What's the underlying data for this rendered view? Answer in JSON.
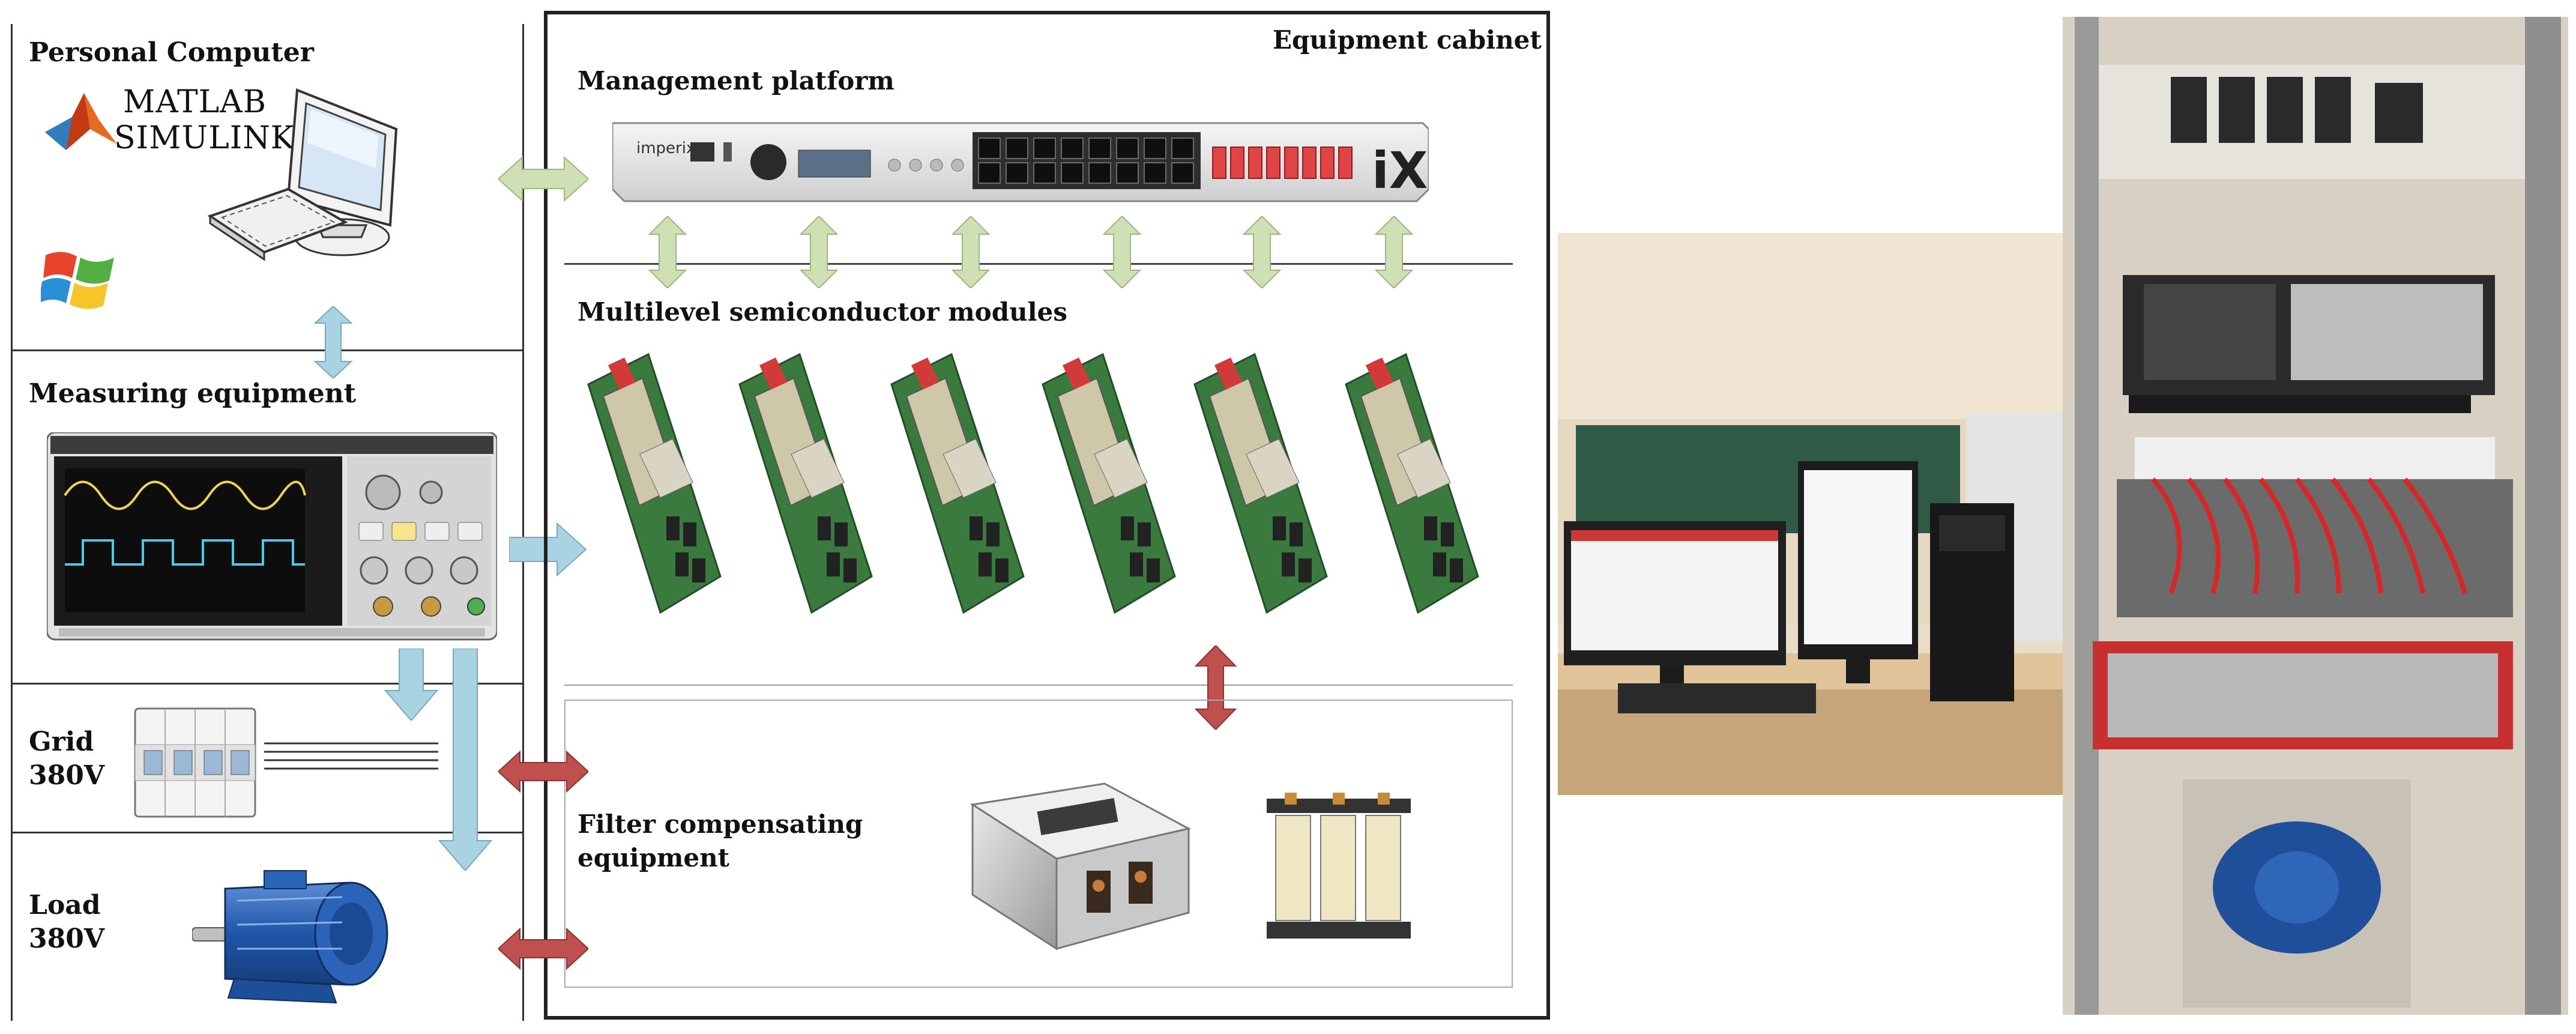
{
  "left_panel": {
    "pc_title": "Personal Computer",
    "matlab": "MATLAB",
    "simulink": "SIMULINK",
    "measuring_title": "Measuring equipment",
    "grid_label_1": "Grid",
    "grid_label_2": "380V",
    "load_label_1": "Load",
    "load_label_2": "380V"
  },
  "cabinet": {
    "title": "Equipment cabinet",
    "management_title": "Management platform",
    "modules_title": "Multilevel semiconductor modules",
    "filter_title_1": "Filter compensating",
    "filter_title_2": "equipment",
    "imperix_brand": "imperix",
    "imperix_mark": "iX",
    "module_count": 6
  },
  "colors": {
    "green_arrow": "#cfe0b4",
    "blue_arrow": "#a9d3e3",
    "red_arrow": "#c0504d",
    "frame": "#222222"
  },
  "icons": [
    "matlab-logo-icon",
    "windows-logo-icon",
    "computer-icon",
    "oscilloscope-icon",
    "circuit-breaker-icon",
    "motor-icon",
    "rack-controller-icon",
    "power-module-icon",
    "filter-box-icon",
    "inductor-icon"
  ]
}
